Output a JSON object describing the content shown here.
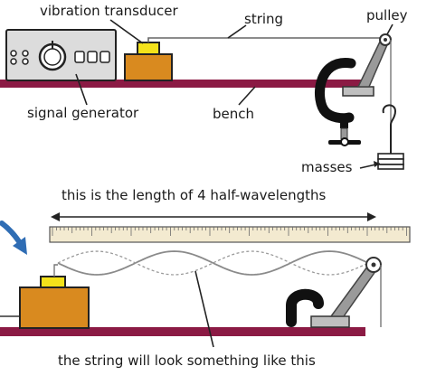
{
  "labels": {
    "vibration_transducer": "vibration transducer",
    "string": "string",
    "pulley": "pulley",
    "signal_generator": "signal generator",
    "bench": "bench",
    "masses": "masses",
    "half_wavelengths": "this is the length of 4 half-wavelengths",
    "string_look": "the string will look something like this"
  },
  "colors": {
    "bench": "#8b1a44",
    "transducer_body": "#d98a1f",
    "transducer_top": "#f4e21a",
    "generator": "#dcdcdc",
    "clamp": "#1a1a1a",
    "pulley_arm": "#9a9a9a",
    "ruler": "#f3ead0",
    "arrow": "#2f6db4",
    "wave_solid": "#8a8a8a",
    "wave_dashed": "#9a9a9a"
  },
  "icons": [
    "signal-generator-icon",
    "vibration-transducer-icon",
    "pulley-icon",
    "g-clamp-icon",
    "hanging-masses-icon",
    "metre-ruler-icon",
    "pointer-arrow-icon"
  ]
}
